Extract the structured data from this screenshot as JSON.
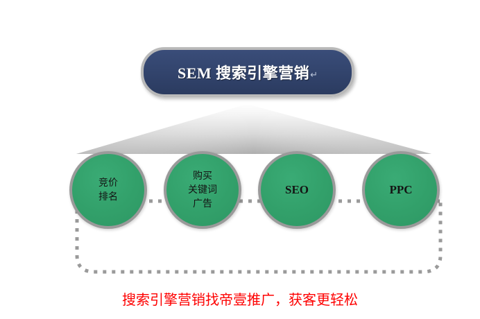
{
  "diagram": {
    "title": {
      "text": "SEM 搜索引擎营销",
      "mark": "↵",
      "fill_color": "#33456e",
      "border_color": "#b9b9b9",
      "text_color": "#ffffff"
    },
    "fan": {
      "name": "triangular-connector",
      "gradient_from": "#ffffff",
      "gradient_to": "#b0b0b0"
    },
    "dotted_path": {
      "name": "dotted-loop-connector",
      "color": "#9a9a9a",
      "style": "square-dotted"
    },
    "nodes": [
      {
        "id": "node-bidding-rank",
        "lines": [
          "竞价",
          "排名"
        ],
        "script": "han",
        "fill_color": "#32a06a",
        "border_color": "#9a9a9a"
      },
      {
        "id": "node-keyword-ads",
        "lines": [
          "购买",
          "关键词",
          "广告"
        ],
        "script": "han",
        "fill_color": "#32a06a",
        "border_color": "#9a9a9a"
      },
      {
        "id": "node-seo",
        "lines": [
          "SEO"
        ],
        "script": "latin",
        "fill_color": "#32a06a",
        "border_color": "#9a9a9a"
      },
      {
        "id": "node-ppc",
        "lines": [
          "PPC"
        ],
        "script": "latin",
        "fill_color": "#32a06a",
        "border_color": "#9a9a9a"
      }
    ],
    "caption": {
      "text": "搜索引擎营销找帝壹推广，获客更轻松",
      "color": "#fe0000"
    }
  }
}
